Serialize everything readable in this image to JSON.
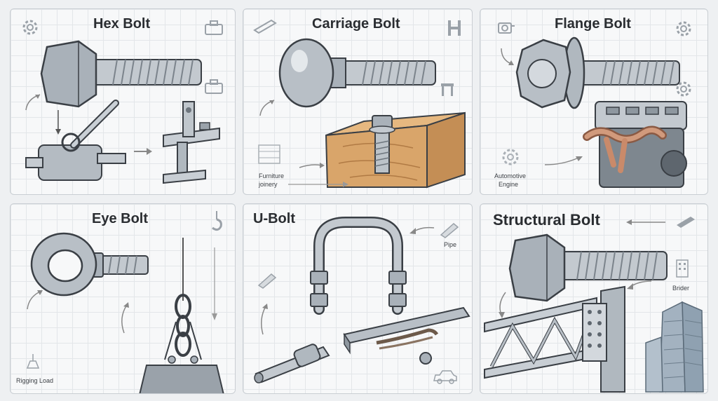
{
  "panels": {
    "hex": {
      "title": "Hex Bolt"
    },
    "carriage": {
      "title": "Carriage Bolt",
      "label_line1": "Furniture",
      "label_line2": "joinery"
    },
    "flange": {
      "title": "Flange Bolt",
      "label_line1": "Automotive",
      "label_line2": "Engine"
    },
    "eye": {
      "title": "Eye Bolt",
      "label": "Rigging Load"
    },
    "ubolt": {
      "title": "U-Bolt",
      "label": "Pipe"
    },
    "structural": {
      "title": "Structural Bolt",
      "label": "Brider"
    }
  },
  "colors": {
    "steel": "#b9c0c7",
    "steel_dark": "#6d757d",
    "wood": "#d9a56a",
    "copper": "#c98a6a",
    "line": "#3a3f45"
  }
}
